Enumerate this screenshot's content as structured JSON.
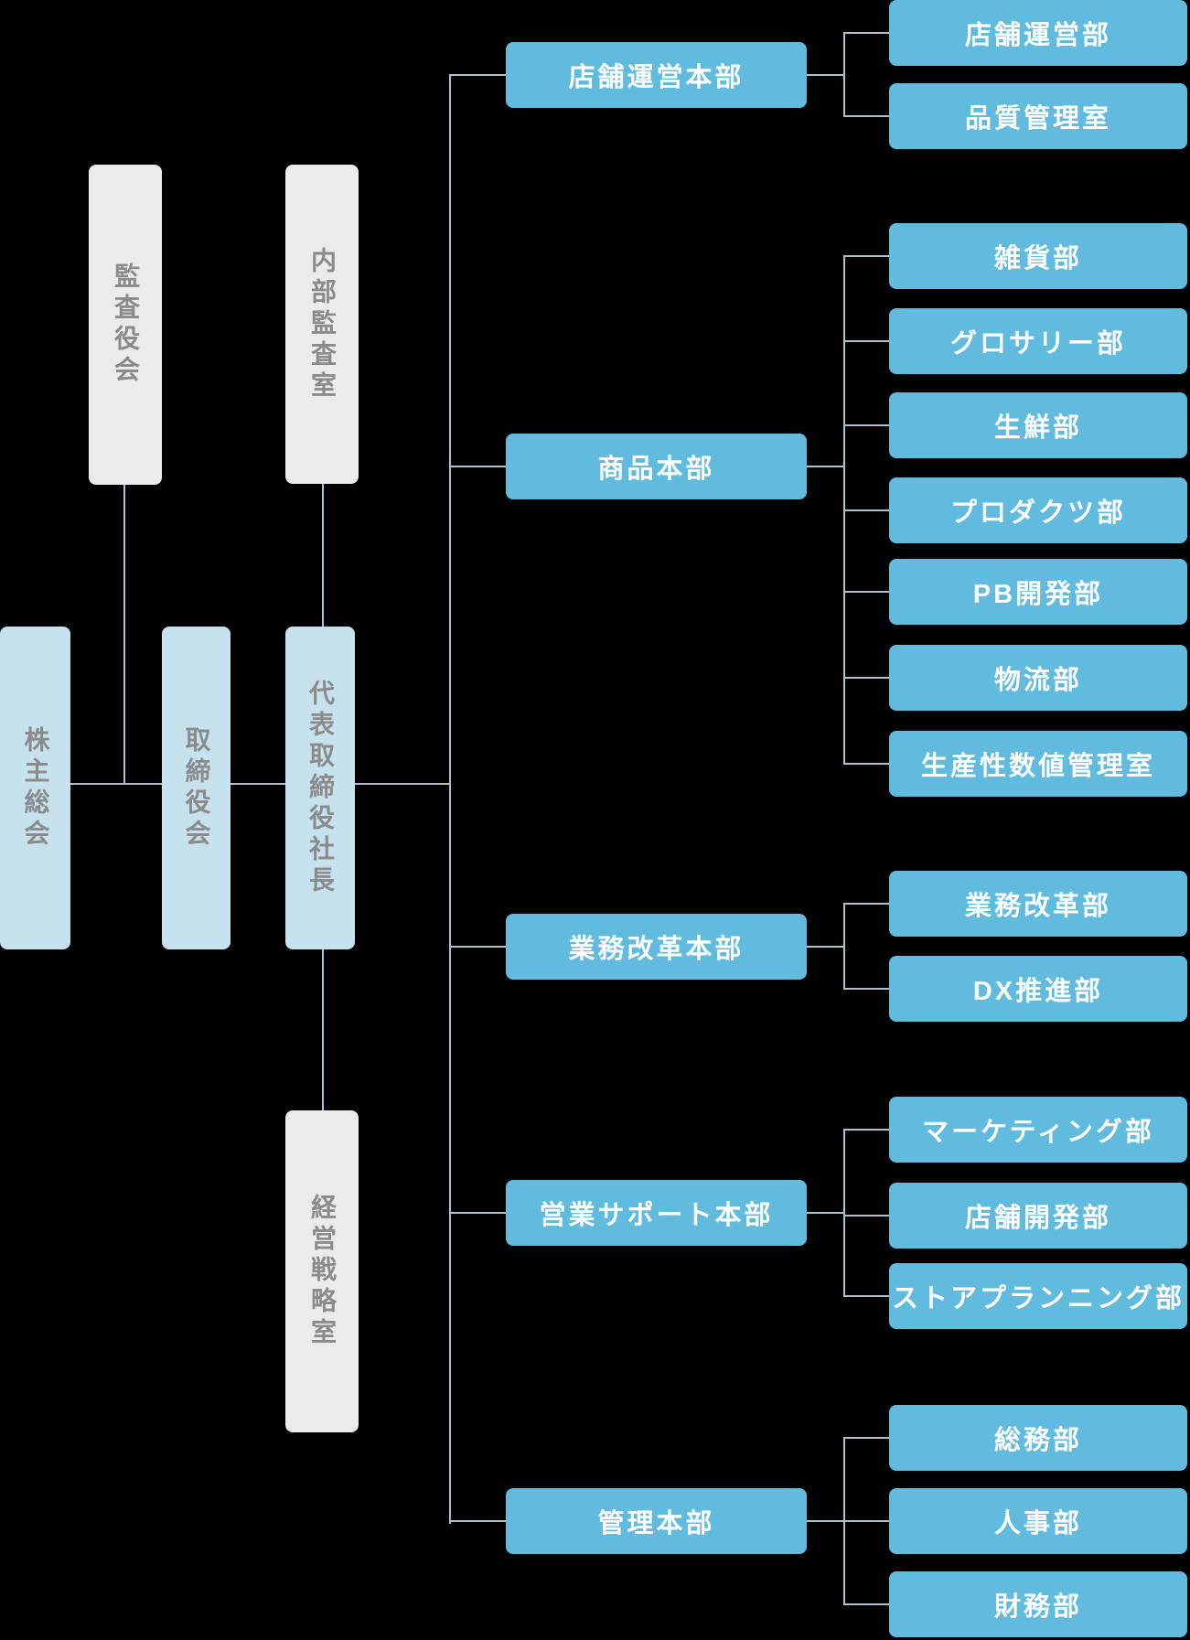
{
  "colors": {
    "background": "#000000",
    "division_blue": "#60bbdf",
    "governance_light_blue": "#c6e2ef",
    "office_gray": "#ebebeb",
    "gray_text": "#8b8b8b",
    "white_text": "#ffffff",
    "connector_line": "#aec2cb"
  },
  "governance": {
    "shareholders_meeting": "株主総会",
    "audit_committee": "監査役会",
    "board_of_directors": "取締役会",
    "internal_audit_office": "内部監査室",
    "president": "代表取締役社長",
    "strategy_office": "経営戦略室"
  },
  "divisions": [
    {
      "name": "店舗運営本部",
      "departments": [
        "店舗運営部",
        "品質管理室"
      ]
    },
    {
      "name": "商品本部",
      "departments": [
        "雑貨部",
        "グロサリー部",
        "生鮮部",
        "プロダクツ部",
        "PB開発部",
        "物流部",
        "生産性数値管理室"
      ]
    },
    {
      "name": "業務改革本部",
      "departments": [
        "業務改革部",
        "DX推進部"
      ]
    },
    {
      "name": "営業サポート本部",
      "departments": [
        "マーケティング部",
        "店舗開発部",
        "ストアプランニング部"
      ]
    },
    {
      "name": "管理本部",
      "departments": [
        "総務部",
        "人事部",
        "財務部"
      ]
    }
  ]
}
